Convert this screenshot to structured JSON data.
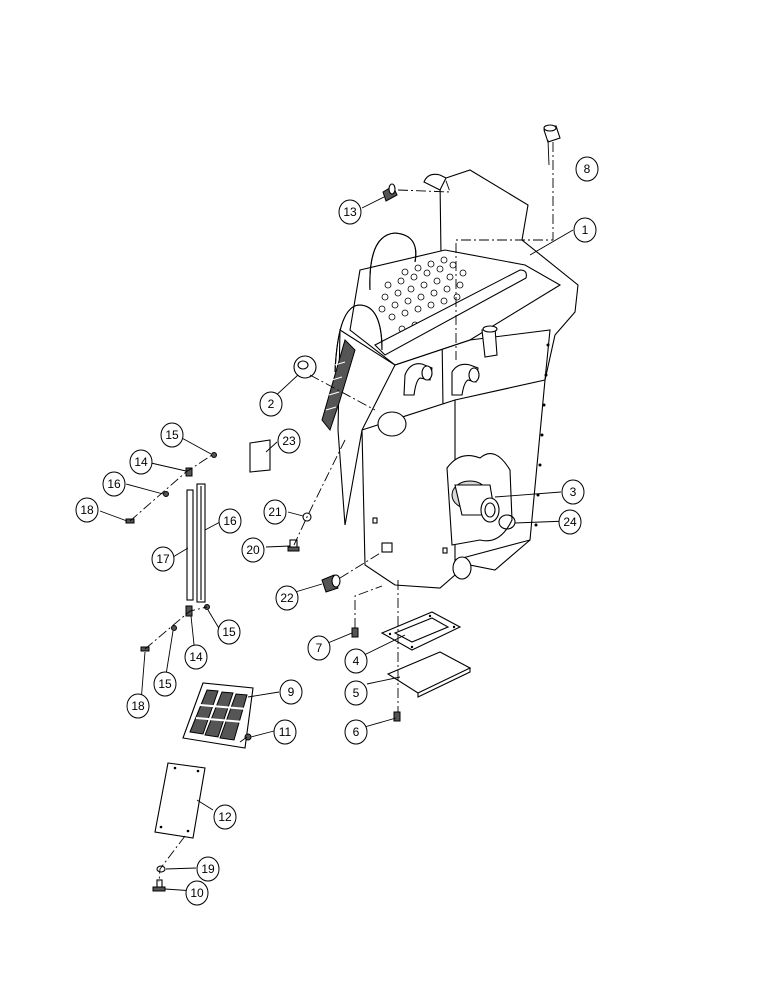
{
  "callouts": [
    "1",
    "2",
    "3",
    "4",
    "5",
    "6",
    "7",
    "8",
    "9",
    "10",
    "11",
    "12",
    "13",
    "14",
    "14",
    "15",
    "15",
    "15",
    "16",
    "16",
    "17",
    "18",
    "18",
    "19",
    "20",
    "21",
    "22",
    "23",
    "24"
  ]
}
